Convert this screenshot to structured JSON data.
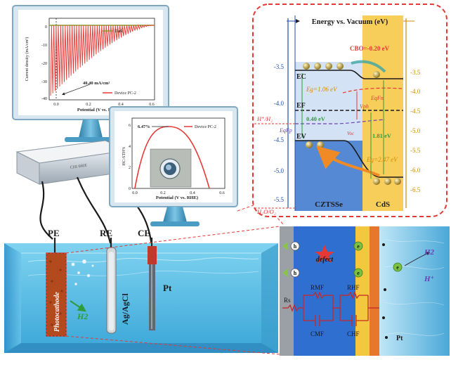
{
  "monitor1": {
    "y_axis_label": "Current density (mA/cm²)",
    "x_axis_label": "Potential (V vs. RHE)",
    "legend_dark": "Dark",
    "legend_device": "Device PC-2",
    "annotation": "40.40 mA/cm²",
    "y_ticks": [
      "0",
      "-10",
      "-20",
      "-30",
      "-40"
    ],
    "x_ticks": [
      "0.0",
      "0.2",
      "0.4",
      "0.6"
    ],
    "colors": {
      "dark": "#8a9a2a",
      "device": "#e53935"
    }
  },
  "monitor2": {
    "y_axis_label": "HC-STH%",
    "x_axis_label": "Potential (V vs. RHE)",
    "legend_device": "Device PC-2",
    "annotation": "6.47%",
    "y_ticks": [
      "0",
      "2",
      "4",
      "6"
    ],
    "x_ticks": [
      "0.0",
      "0.2",
      "0.4",
      "0.6"
    ]
  },
  "instrument": {
    "label": "CHI 660E"
  },
  "electrodes": {
    "pe": "PE",
    "re": "RE",
    "ce": "CE",
    "photocathode": "Photocathode",
    "reference": "Ag/AgCl",
    "counter": "Pt",
    "h2": "H2"
  },
  "band_diagram": {
    "title": "Energy vs. Vacuum (eV)",
    "left_ticks": [
      "-3.5",
      "-4.0",
      "-4.5",
      "-5.0",
      "-5.5"
    ],
    "right_ticks": [
      "-3.5",
      "-4.0",
      "-4.5",
      "-5.0",
      "-5.5",
      "-6.0",
      "-6.5"
    ],
    "ec": "EC",
    "ef": "EF",
    "ev": "EV",
    "cbo": "CBO=-0.20 eV",
    "eg_left": "Eg=1.06 eV",
    "eg_right": "Eg=2.47 eV",
    "efn": "EqFn",
    "efp": "EqFp",
    "vph": "Vph",
    "delta_040": "0.40 eV",
    "delta_181": "1.81 eV",
    "h_couple": "H⁺/H₂",
    "o_couple": "H₂O/O₂",
    "voc": "Voc",
    "czts_label": "CZTSSe",
    "cds_label": "CdS",
    "colors": {
      "czts": "#3b7dd8",
      "cds": "#f5c542",
      "frame": "#e53935"
    }
  },
  "circuit": {
    "hole": "h",
    "electron": "e",
    "defect": "defect",
    "rs": "Rs",
    "rmf": "RMF",
    "rhf": "RHF",
    "cmf": "CMF",
    "chf": "CHF",
    "h2": "H2",
    "hplus": "H⁺",
    "pt": "Pt"
  }
}
